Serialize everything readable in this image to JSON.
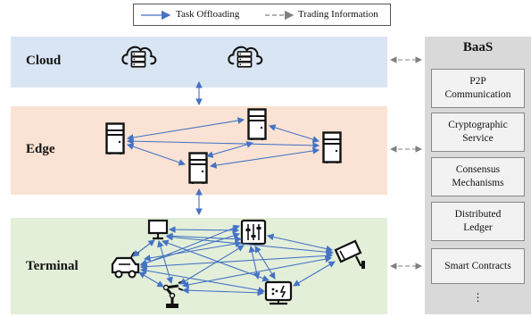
{
  "legend": {
    "task_offloading": "Task Offloading",
    "trading_information": "Trading Information"
  },
  "layers": {
    "cloud": "Cloud",
    "edge": "Edge",
    "terminal": "Terminal"
  },
  "baas": {
    "title": "BaaS",
    "items": [
      {
        "line1": "P2P",
        "line2": "Communication"
      },
      {
        "line1": "Cryptographic",
        "line2": "Service"
      },
      {
        "line1": "Consensus",
        "line2": "Mechanisms"
      },
      {
        "line1": "Distributed",
        "line2": "Ledger"
      },
      {
        "line1": "Smart Contracts",
        "line2": ""
      }
    ],
    "more": "⋮"
  },
  "icons": {
    "cloud_server": "cloud-server-icon",
    "edge_server": "server-tower-icon",
    "monitor": "monitor-icon",
    "equalizer": "control-panel-icon",
    "camera": "surveillance-camera-icon",
    "car": "electric-car-icon",
    "robot_arm": "robot-arm-icon",
    "smart_meter": "smart-meter-icon"
  },
  "colors": {
    "arrow_blue": "#4472c4",
    "trading_gray": "#808080",
    "cloud_bg": "#dae5f4",
    "edge_bg": "#fae3d4",
    "terminal_bg": "#e3efd9",
    "baas_bg": "#d9d9d9"
  }
}
